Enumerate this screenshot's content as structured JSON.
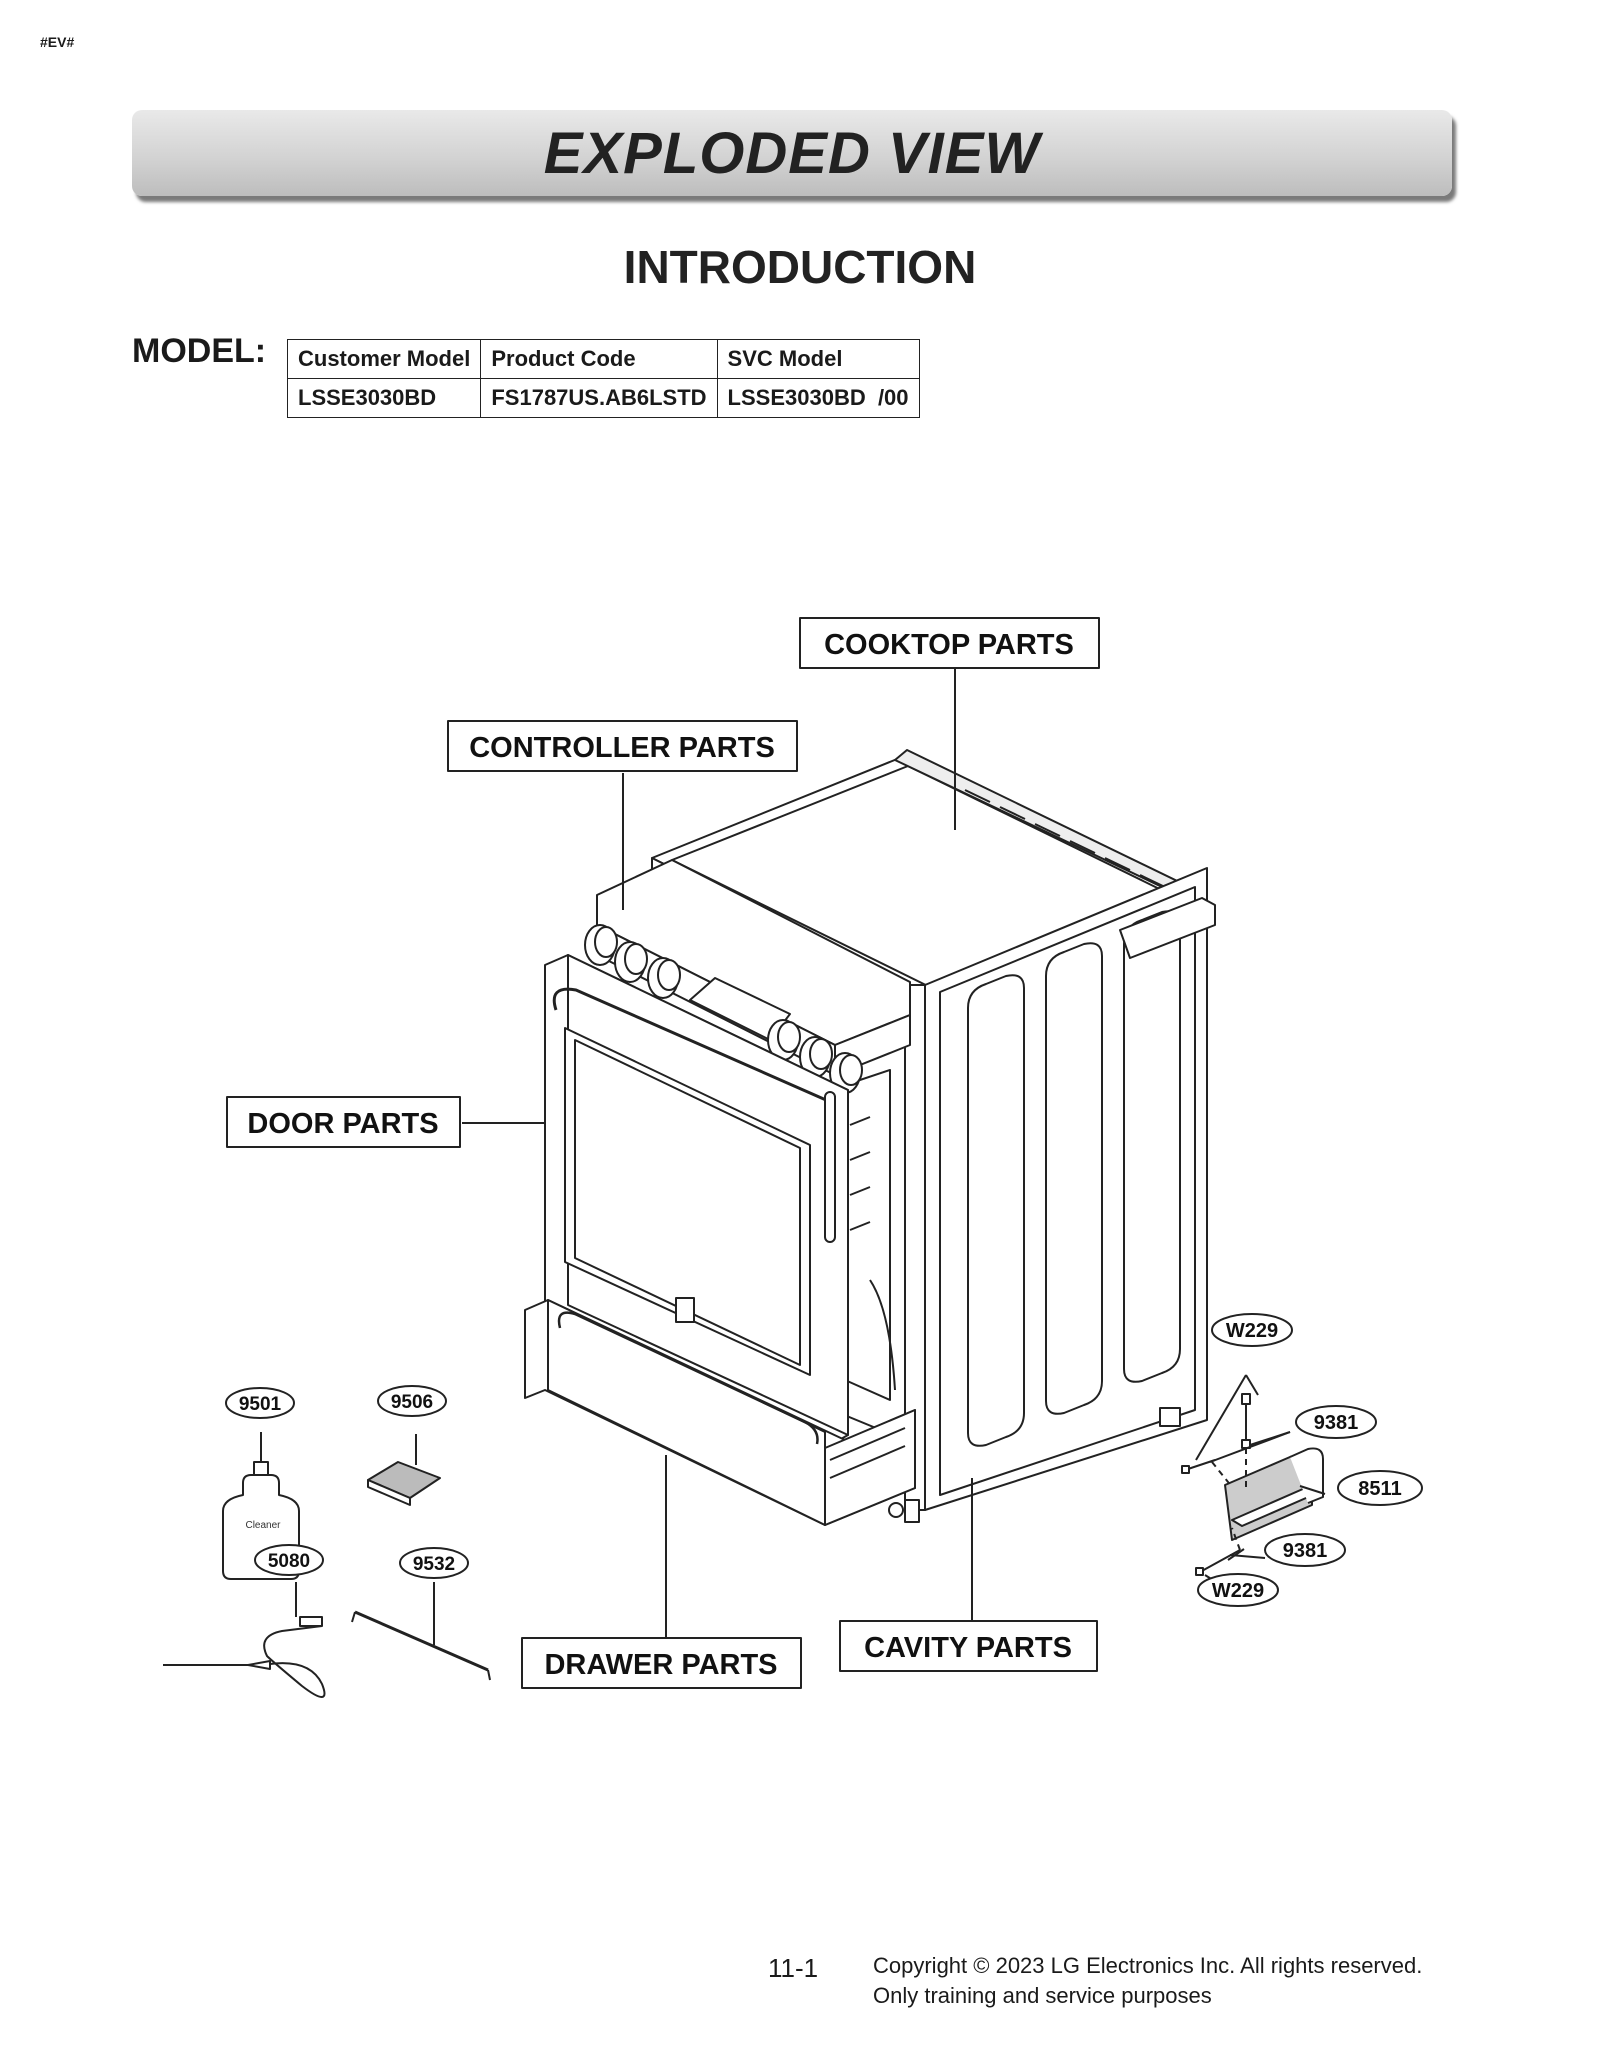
{
  "tag": "#EV#",
  "banner_title": "EXPLODED VIEW",
  "section_title": "INTRODUCTION",
  "model_label": "MODEL:",
  "model_table": {
    "headers": [
      "Customer Model",
      "Product Code",
      "SVC Model"
    ],
    "row": [
      "LSSE3030BD",
      "FS1787US.AB6LSTD",
      "LSSE3030BD  /00"
    ]
  },
  "groups": {
    "cooktop": "COOKTOP PARTS",
    "controller": "CONTROLLER PARTS",
    "door": "DOOR PARTS",
    "drawer": "DRAWER PARTS",
    "cavity": "CAVITY PARTS"
  },
  "parts": {
    "p9501": "9501",
    "p9506": "9506",
    "p5080": "5080",
    "p9532": "9532",
    "w229_top": "W229",
    "p9381_top": "9381",
    "p8511": "8511",
    "p9381_bottom": "9381",
    "w229_bottom": "W229",
    "cleaner_text": "Cleaner"
  },
  "footer": {
    "page": "11-1",
    "copyright": "Copyright © 2023 LG Electronics Inc. All rights reserved.",
    "note": "Only training and service purposes"
  }
}
